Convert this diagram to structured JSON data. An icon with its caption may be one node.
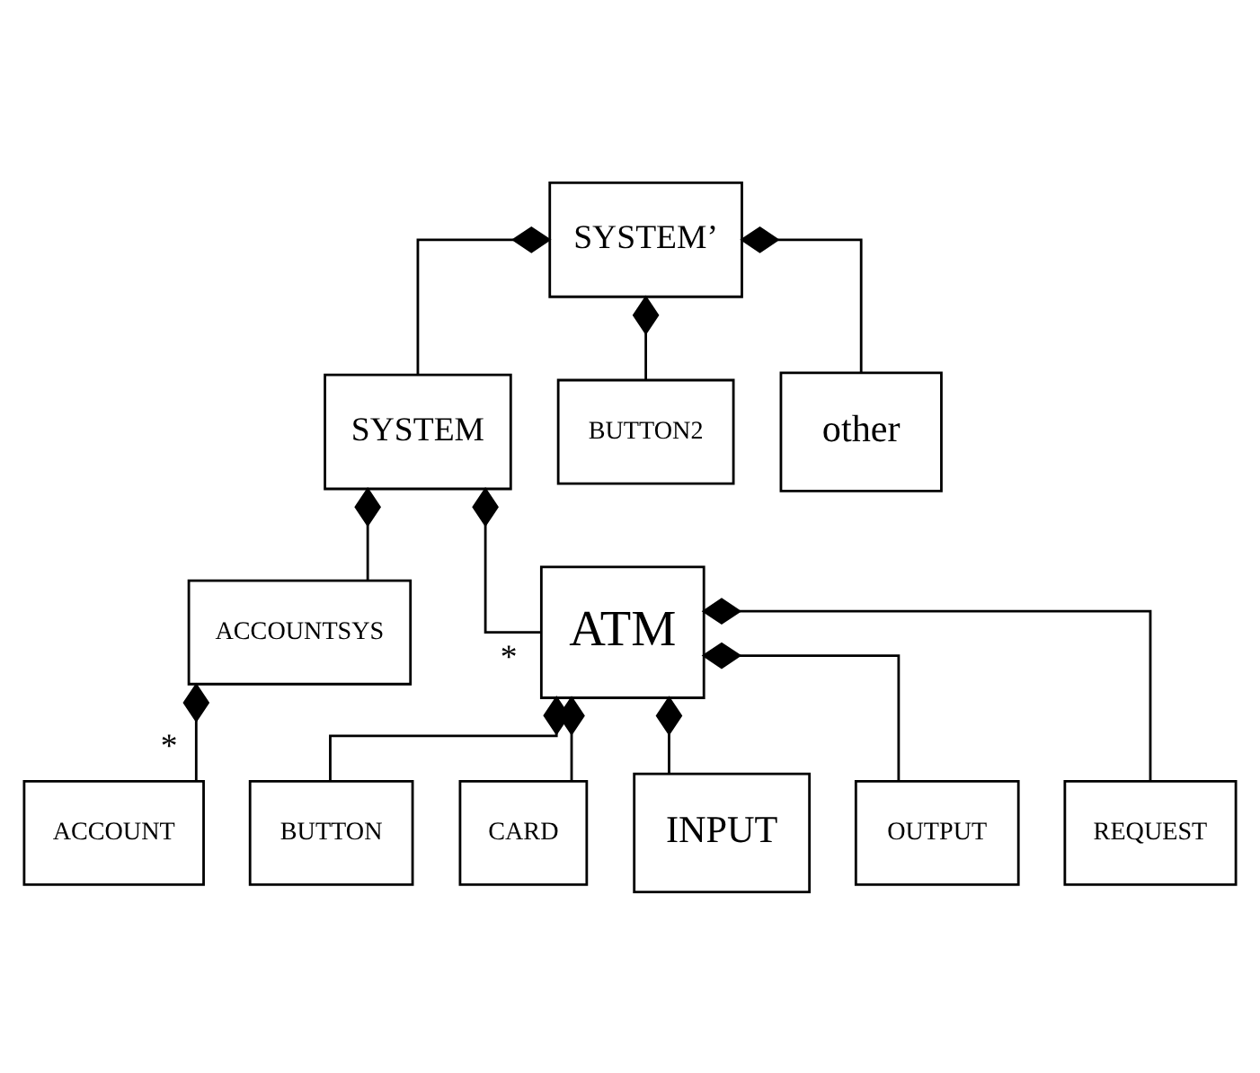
{
  "diagram": {
    "nodes": [
      {
        "text": [
          "SYSTEM’"
        ]
      },
      {
        "text": [
          "SYSTEM"
        ]
      },
      {
        "text": [
          "BUTTON2"
        ]
      },
      {
        "text": [
          "other"
        ]
      },
      {
        "text": [
          "ACCOUNTSYS"
        ]
      },
      {
        "text": [
          "ATM"
        ]
      },
      {
        "text": [
          "ACCOUNT"
        ]
      },
      {
        "text": [
          "BUTTON"
        ]
      },
      {
        "text": [
          "CARD"
        ]
      },
      {
        "text": [
          "INPUT"
        ]
      },
      {
        "text": [
          "OUTPUT"
        ]
      },
      {
        "text": [
          "REQUEST"
        ]
      }
    ],
    "edges": [
      {
        "from": 0,
        "to": 1,
        "arrow": "other"
      },
      {
        "from": 0,
        "to": 2,
        "arrow": "other"
      },
      {
        "from": 0,
        "to": 3,
        "arrow": "other"
      },
      {
        "from": 1,
        "to": 4,
        "arrow": "other"
      },
      {
        "from": 1,
        "to": 5,
        "arrow": "other",
        "label": "*"
      },
      {
        "from": 4,
        "to": 6,
        "arrow": "other",
        "label": "*"
      },
      {
        "from": 5,
        "to": 7,
        "arrow": "other"
      },
      {
        "from": 5,
        "to": 8,
        "arrow": "other"
      },
      {
        "from": 5,
        "to": 9,
        "arrow": "other"
      },
      {
        "from": 5,
        "to": 10,
        "arrow": "other"
      },
      {
        "from": 5,
        "to": 11,
        "arrow": "other"
      }
    ]
  }
}
